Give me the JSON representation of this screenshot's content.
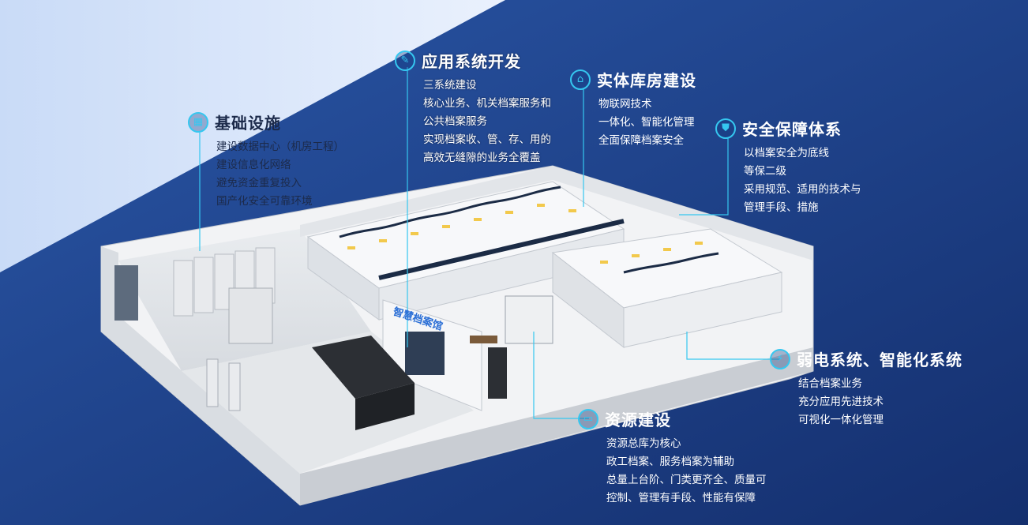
{
  "callouts": [
    {
      "id": "jichu",
      "title": "基础设施",
      "icon": "grid-blocks-icon",
      "lines": [
        "建设数据中心（机房工程）",
        "建设信息化网络",
        "避免资金重复投入",
        "国产化安全可靠环境"
      ]
    },
    {
      "id": "yingyong",
      "title": "应用系统开发",
      "icon": "document-edit-icon",
      "lines": [
        "三系统建设",
        "核心业务、机关档案服务和",
        "公共档案服务",
        "实现档案收、管、存、用的",
        "高效无缝隙的业务全覆盖"
      ]
    },
    {
      "id": "shiti",
      "title": "实体库房建设",
      "icon": "house-icon",
      "lines": [
        "物联网技术",
        "一体化、智能化管理",
        "全面保障档案安全"
      ]
    },
    {
      "id": "anquan",
      "title": "安全保障体系",
      "icon": "shield-icon",
      "lines": [
        "以档案安全为底线",
        "等保二级",
        "采用规范、适用的技术与",
        "管理手段、措施"
      ]
    },
    {
      "id": "ruodian",
      "title": "弱电系统、智能化系统",
      "icon": "lightning-icon",
      "lines": [
        "结合档案业务",
        "充分应用先进技术",
        "可视化一体化管理"
      ]
    },
    {
      "id": "ziyuan",
      "title": "资源建设",
      "icon": "monitor-chart-icon",
      "lines": [
        "资源总库为核心",
        "政工档案、服务档案为辅助",
        "总量上台阶、门类更齐全、质量可",
        "控制、管理有手段、性能有保障"
      ]
    }
  ],
  "room_sign": "智慧档案馆",
  "colors": {
    "background": "#1b3f86",
    "light_band": "#dbe7fb",
    "accent": "#35c7f0"
  }
}
